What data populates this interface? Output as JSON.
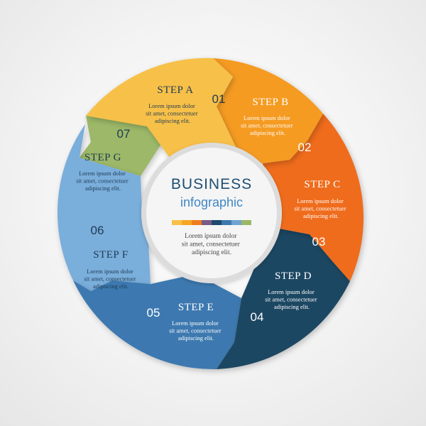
{
  "center": {
    "title": "BUSINESS",
    "subtitle": "infographic",
    "body": [
      "Lorem ipsum dolor",
      "sit amet, consectetuer",
      "adipiscing elit."
    ],
    "palette": [
      "#f7c04a",
      "#f5a623",
      "#ef7d1f",
      "#7a5a86",
      "#1d4a6b",
      "#3e78ad",
      "#6ea3d2",
      "#9cb867"
    ]
  },
  "steps": [
    {
      "id": "a",
      "title": "STEP A",
      "number": "01",
      "color": "#f7c04a",
      "body": [
        "Lorem ipsum dolor",
        "sit amet, consectetuer",
        "adipiscing elit."
      ],
      "dark_text": true
    },
    {
      "id": "b",
      "title": "STEP B",
      "number": "02",
      "color": "#f59b22",
      "body": [
        "Lorem ipsum dolor",
        "sit amet, consectetuer",
        "adipiscing elit."
      ],
      "dark_text": false
    },
    {
      "id": "c",
      "title": "STEP C",
      "number": "03",
      "color": "#ef6c1e",
      "body": [
        "Lorem ipsum dolor",
        "sit amet, consectetuer",
        "adipiscing elit."
      ],
      "dark_text": false
    },
    {
      "id": "d",
      "title": "STEP D",
      "number": "04",
      "color": "#1f4662",
      "body": [
        "Lorem ipsum dolor",
        "sit amet, consectetuer",
        "adipiscing elit."
      ],
      "dark_text": false
    },
    {
      "id": "e",
      "title": "STEP E",
      "number": "05",
      "color": "#3d79b0",
      "body": [
        "Lorem ipsum dolor",
        "sit amet, consectetuer",
        "adipiscing elit."
      ],
      "dark_text": false
    },
    {
      "id": "f",
      "title": "STEP F",
      "number": "06",
      "color": "#7aaedb",
      "body": [
        "Lorem ipsum dolor",
        "sit amet, consectetuer",
        "adipiscing elit."
      ],
      "dark_text": true
    },
    {
      "id": "g",
      "title": "STEP G",
      "number": "07",
      "color": "#9cb867",
      "body": [
        "Lorem ipsum dolor",
        "sit amet, consectetuer",
        "adipiscing elit."
      ],
      "dark_text": true
    }
  ]
}
